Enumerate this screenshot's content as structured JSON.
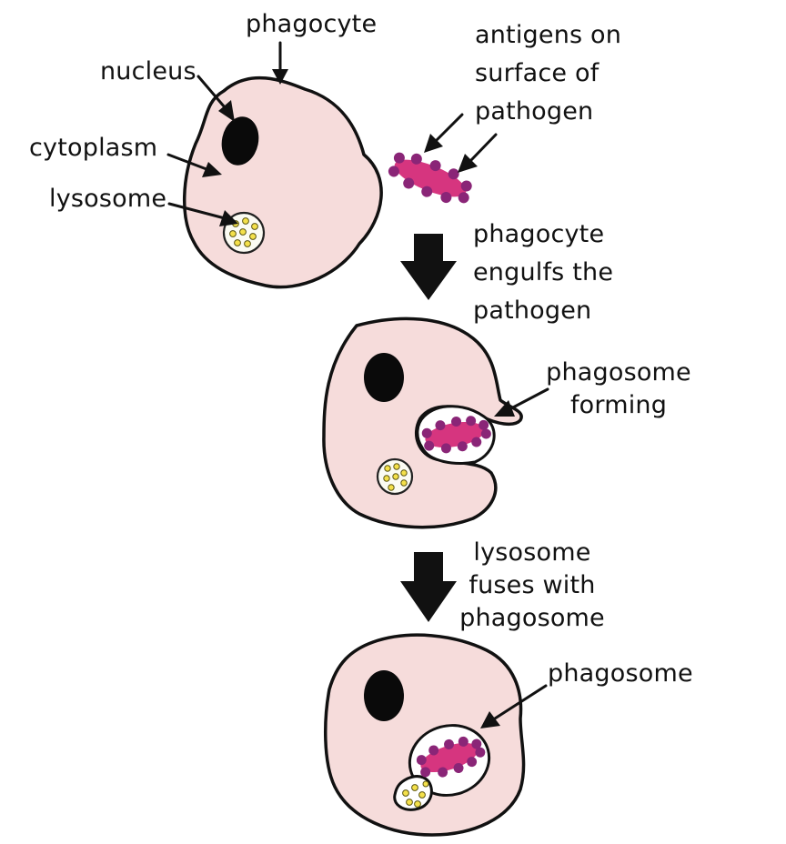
{
  "labels": {
    "phagocyte": "phagocyte",
    "nucleus": "nucleus",
    "cytoplasm": "cytoplasm",
    "lysosome": "lysosome",
    "antigens": [
      "antigens on",
      "surface of",
      "pathogen"
    ],
    "step1": [
      "phagocyte",
      "engulfs the",
      "pathogen"
    ],
    "phagosome_forming": [
      "phagosome",
      "forming"
    ],
    "step2": [
      "lysosome",
      "fuses with",
      "phagosome"
    ],
    "phagosome": "phagosome"
  },
  "colors": {
    "cell_fill": "#f6dcdb",
    "outline": "#111111",
    "nucleus": "#0a0a0a",
    "pathogen": "#d6357f",
    "antigen": "#8a2577",
    "lysosome_granule": "#f4e04a",
    "background": "#ffffff"
  }
}
